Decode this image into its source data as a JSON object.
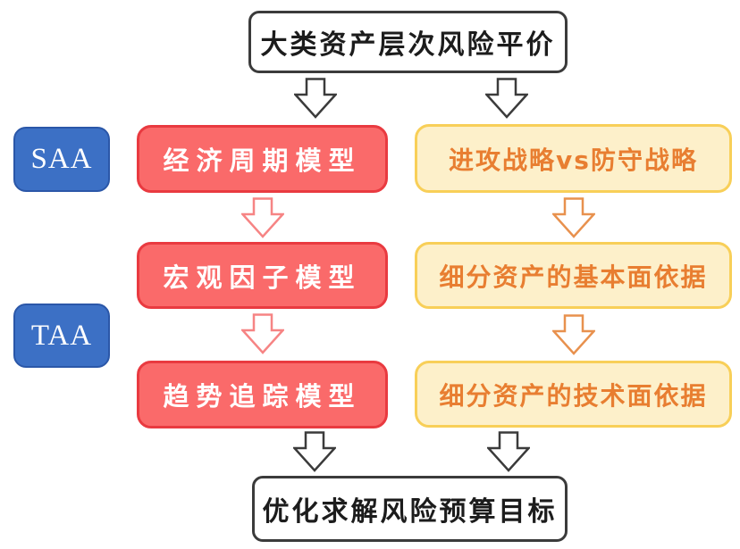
{
  "diagram": {
    "title_box": "大类资产层次风险平价",
    "bottom_box": "优化求解风险预算目标",
    "side_labels": {
      "saa": "SAA",
      "taa": "TAA"
    },
    "left_column": {
      "row1": "经济周期模型",
      "row2": "宏观因子模型",
      "row3": "趋势追踪模型"
    },
    "right_column": {
      "row1": "进攻战略vs防守战略",
      "row2": "细分资产的基本面依据",
      "row3": "细分资产的技术面依据"
    },
    "colors": {
      "red_fill": "#FA6A6A",
      "red_border": "#E93A40",
      "yellow_fill": "#FDF0CA",
      "yellow_border": "#F8CF58",
      "orange_text": "#E87E31",
      "blue_fill": "#3C70C5",
      "blue_border": "#2B57A8",
      "outline_dark": "#3B3B3B",
      "arrow_red_outline": "#F68484",
      "arrow_orange_outline": "#E8914E"
    }
  }
}
